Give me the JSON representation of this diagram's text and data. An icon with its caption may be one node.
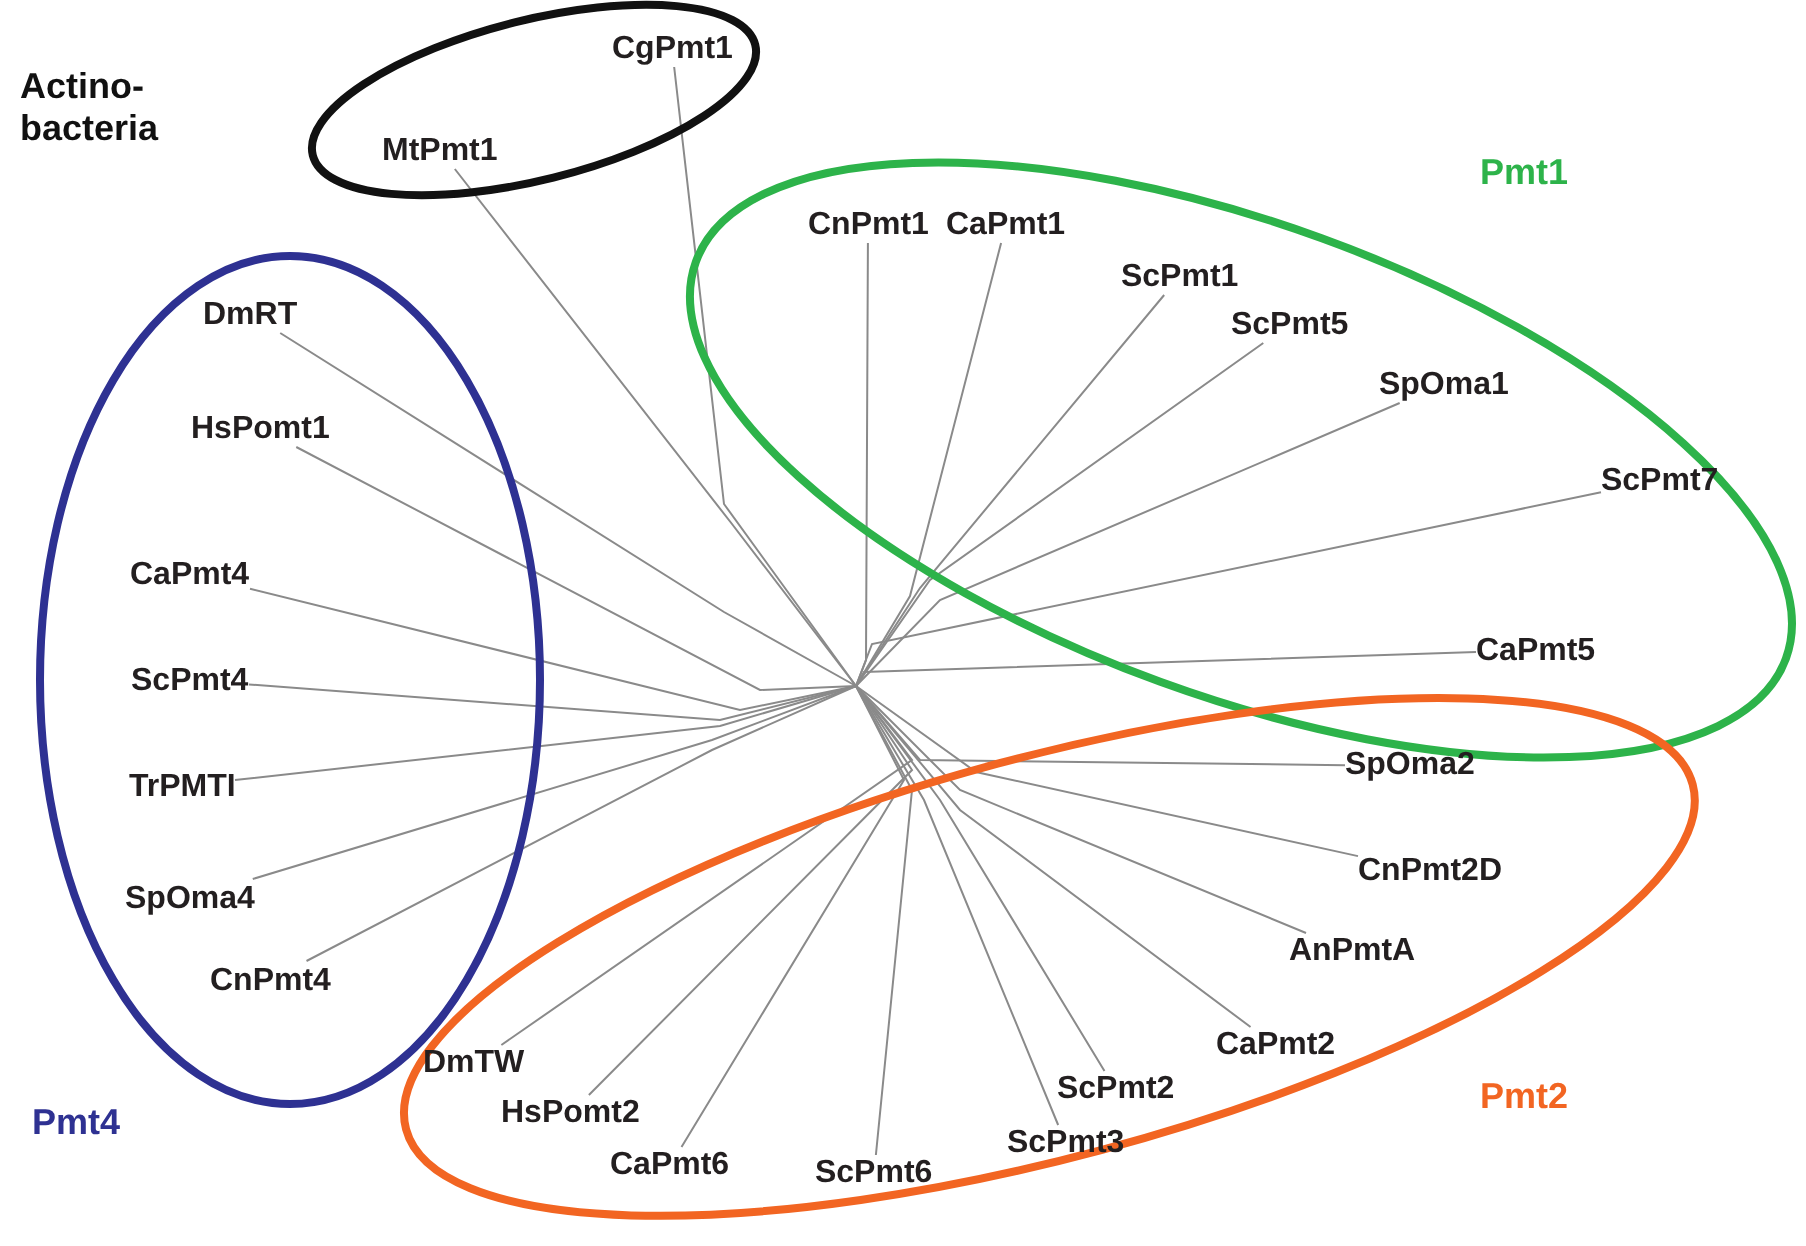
{
  "diagram": {
    "nodes": [
      {
        "text": [
          "Actino- bacteria"
        ]
      },
      {
        "text": [
          "CgPmt1"
        ],
        "in": 0
      },
      {
        "text": [
          "MtPmt1"
        ],
        "in": 0
      },
      {
        "text": [
          "Pmt1"
        ]
      },
      {
        "text": [
          "CnPmt1"
        ],
        "in": 3
      },
      {
        "text": [
          "CaPmt1"
        ],
        "in": 3
      },
      {
        "text": [
          "ScPmt1"
        ],
        "in": 3
      },
      {
        "text": [
          "ScPmt5"
        ],
        "in": 3
      },
      {
        "text": [
          "SpOma1"
        ],
        "in": 3
      },
      {
        "text": [
          "ScPmt7"
        ],
        "in": 3
      },
      {
        "text": [
          "CaPmt5"
        ],
        "in": 3
      },
      {
        "text": [
          "Pmt4"
        ]
      },
      {
        "text": [
          "DmRT"
        ],
        "in": 11
      },
      {
        "text": [
          "HsPomt1"
        ],
        "in": 11
      },
      {
        "text": [
          "CaPmt4"
        ],
        "in": 11
      },
      {
        "text": [
          "ScPmt4"
        ],
        "in": 11
      },
      {
        "text": [
          "TrPMTI"
        ],
        "in": 11
      },
      {
        "text": [
          "SpOma4"
        ],
        "in": 11
      },
      {
        "text": [
          "CnPmt4"
        ],
        "in": 11
      },
      {
        "text": [
          "Pmt2"
        ]
      },
      {
        "text": [
          "SpOma2"
        ],
        "in": 19
      },
      {
        "text": [
          "CnPmt2D"
        ],
        "in": 19
      },
      {
        "text": [
          "AnPmtA"
        ],
        "in": 19
      },
      {
        "text": [
          "CaPmt2"
        ],
        "in": 19
      },
      {
        "text": [
          "ScPmt2"
        ],
        "in": 19
      },
      {
        "text": [
          "ScPmt3"
        ],
        "in": 19
      },
      {
        "text": [
          "CaPmt6"
        ],
        "in": 19
      },
      {
        "text": [
          "ScPmt6"
        ],
        "in": 19
      },
      {
        "text": [
          "HsPomt2"
        ],
        "in": 19
      },
      {
        "text": [
          "DmTW"
        ],
        "in": 19
      }
    ],
    "edges": [
      {
        "from": null,
        "to": 1,
        "arrow": "none"
      },
      {
        "from": null,
        "to": 2,
        "arrow": "none"
      },
      {
        "from": null,
        "to": 4,
        "arrow": "none"
      },
      {
        "from": null,
        "to": 5,
        "arrow": "none"
      },
      {
        "from": null,
        "to": 6,
        "arrow": "none"
      },
      {
        "from": null,
        "to": 7,
        "arrow": "none"
      },
      {
        "from": null,
        "to": 8,
        "arrow": "none"
      },
      {
        "from": null,
        "to": 9,
        "arrow": "none"
      },
      {
        "from": null,
        "to": 10,
        "arrow": "none"
      },
      {
        "from": null,
        "to": 12,
        "arrow": "none"
      },
      {
        "from": null,
        "to": 13,
        "arrow": "none"
      },
      {
        "from": null,
        "to": 14,
        "arrow": "none"
      },
      {
        "from": null,
        "to": 15,
        "arrow": "none"
      },
      {
        "from": null,
        "to": 16,
        "arrow": "none"
      },
      {
        "from": null,
        "to": 17,
        "arrow": "none"
      },
      {
        "from": null,
        "to": 18,
        "arrow": "none"
      },
      {
        "from": null,
        "to": 20,
        "arrow": "none"
      },
      {
        "from": null,
        "to": 21,
        "arrow": "none"
      },
      {
        "from": null,
        "to": 22,
        "arrow": "none"
      },
      {
        "from": null,
        "to": 23,
        "arrow": "none"
      },
      {
        "from": null,
        "to": 24,
        "arrow": "none"
      },
      {
        "from": null,
        "to": 25,
        "arrow": "none"
      },
      {
        "from": null,
        "to": 26,
        "arrow": "none"
      },
      {
        "from": null,
        "to": 27,
        "arrow": "none"
      },
      {
        "from": null,
        "to": 28,
        "arrow": "none"
      },
      {
        "from": null,
        "to": 29,
        "arrow": "none"
      }
    ]
  }
}
